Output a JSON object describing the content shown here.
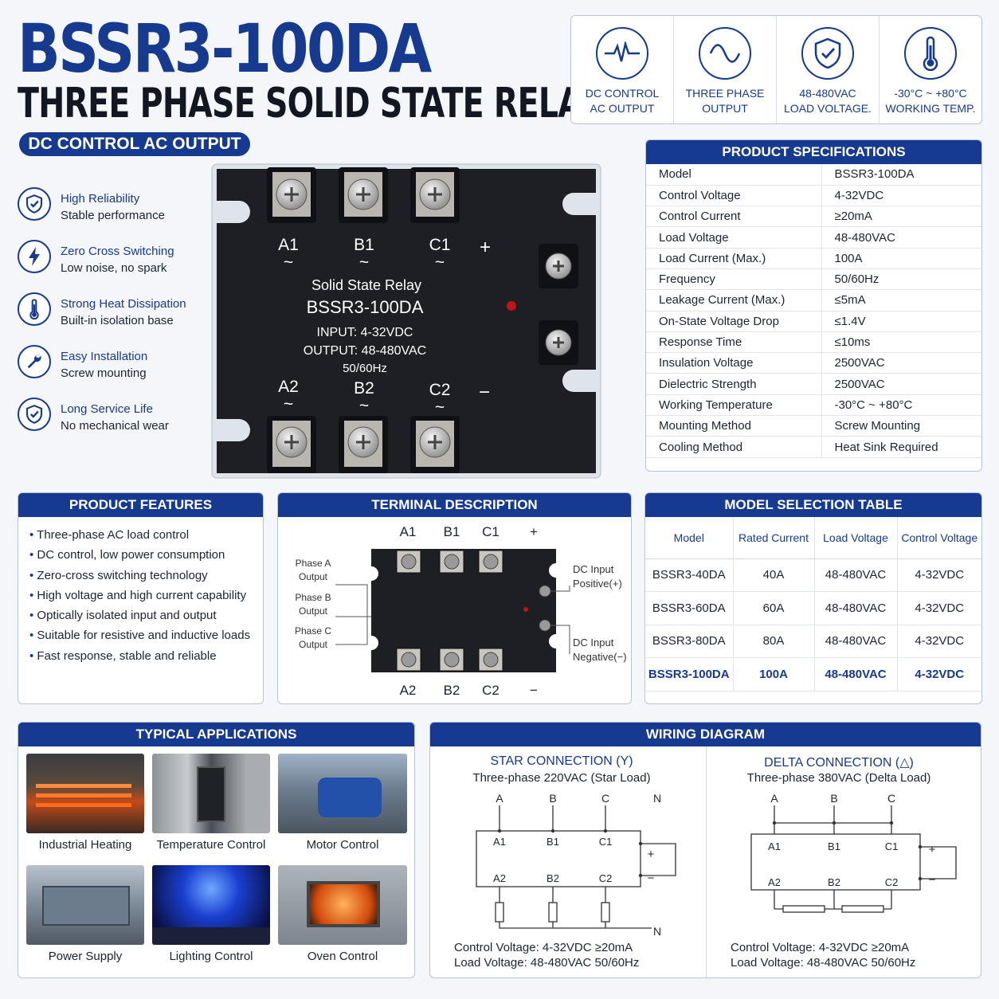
{
  "header": {
    "model": "BSSR3-100DA",
    "subtitle": "THREE PHASE SOLID STATE RELAY",
    "pill": "DC CONTROL AC OUTPUT"
  },
  "icon_bar": [
    {
      "icon": "pulse-icon",
      "label": "DC CONTROL\nAC OUTPUT"
    },
    {
      "icon": "sine-wave-icon",
      "label": "THREE PHASE\nOUTPUT"
    },
    {
      "icon": "shield-check-icon",
      "label": "48-480VAC\nLOAD VOLTAGE."
    },
    {
      "icon": "thermometer-icon",
      "label": "-30°C ~ +80°C\nWORKING TEMP."
    }
  ],
  "side_features": [
    {
      "icon": "shield-check-icon",
      "title": "High Reliability",
      "desc": "Stable performance"
    },
    {
      "icon": "lightning-icon",
      "title": "Zero Cross Switching",
      "desc": "Low noise, no spark"
    },
    {
      "icon": "thermometer-icon",
      "title": "Strong Heat Dissipation",
      "desc": "Built-in isolation base"
    },
    {
      "icon": "wrench-icon",
      "title": "Easy Installation",
      "desc": "Screw mounting"
    },
    {
      "icon": "shield-check-icon",
      "title": "Long Service Life",
      "desc": "No mechanical wear"
    }
  ],
  "relay": {
    "top_terminals": [
      "A1",
      "B1",
      "C1"
    ],
    "bottom_terminals": [
      "A2",
      "B2",
      "C2"
    ],
    "tilde": "~",
    "plus": "+",
    "minus": "−",
    "line1": "Solid State Relay",
    "line2": "BSSR3-100DA",
    "line3": "INPUT: 4-32VDC",
    "line4": "OUTPUT: 48-480VAC",
    "line5": "50/60Hz"
  },
  "specs": {
    "title": "PRODUCT SPECIFICATIONS",
    "rows": [
      [
        "Model",
        "BSSR3-100DA"
      ],
      [
        "Control Voltage",
        "4-32VDC"
      ],
      [
        "Control Current",
        "≥20mA"
      ],
      [
        "Load Voltage",
        "48-480VAC"
      ],
      [
        "Load Current (Max.)",
        "100A"
      ],
      [
        "Frequency",
        "50/60Hz"
      ],
      [
        "Leakage Current (Max.)",
        "≤5mA"
      ],
      [
        "On-State Voltage Drop",
        "≤1.4V"
      ],
      [
        "Response Time",
        "≤10ms"
      ],
      [
        "Insulation Voltage",
        "2500VAC"
      ],
      [
        "Dielectric Strength",
        "2500VAC"
      ],
      [
        "Working Temperature",
        "-30°C ~ +80°C"
      ],
      [
        "Mounting Method",
        "Screw Mounting"
      ],
      [
        "Cooling Method",
        "Heat Sink Required"
      ]
    ]
  },
  "product_features": {
    "title": "PRODUCT FEATURES",
    "items": [
      "Three-phase AC load control",
      "DC control, low power consumption",
      "Zero-cross switching technology",
      "High voltage and high current capability",
      "Optically isolated input and output",
      "Suitable for resistive and inductive loads",
      "Fast response, stable and reliable"
    ]
  },
  "terminal_description": {
    "title": "TERMINAL DESCRIPTION",
    "top": [
      "A1",
      "B1",
      "C1",
      "+"
    ],
    "bottom": [
      "A2",
      "B2",
      "C2",
      "−"
    ],
    "left": [
      {
        "l1": "Phase A",
        "l2": "Output"
      },
      {
        "l1": "Phase B",
        "l2": "Output"
      },
      {
        "l1": "Phase C",
        "l2": "Output"
      }
    ],
    "right": [
      {
        "l1": "DC Input",
        "l2": "Positive(+)"
      },
      {
        "l1": "DC Input",
        "l2": "Negative(−)"
      }
    ]
  },
  "model_selection": {
    "title": "MODEL SELECTION TABLE",
    "headers": [
      "Model",
      "Rated Current",
      "Load Voltage",
      "Control Voltage"
    ],
    "rows": [
      [
        "BSSR3-40DA",
        "40A",
        "48-480VAC",
        "4-32VDC"
      ],
      [
        "BSSR3-60DA",
        "60A",
        "48-480VAC",
        "4-32VDC"
      ],
      [
        "BSSR3-80DA",
        "80A",
        "48-480VAC",
        "4-32VDC"
      ],
      [
        "BSSR3-100DA",
        "100A",
        "48-480VAC",
        "4-32VDC"
      ]
    ]
  },
  "applications": {
    "title": "TYPICAL APPLICATIONS",
    "items": [
      {
        "label": "Industrial Heating",
        "image": "industrial-heating-photo"
      },
      {
        "label": "Temperature Control",
        "image": "temperature-control-photo"
      },
      {
        "label": "Motor Control",
        "image": "motor-control-photo"
      },
      {
        "label": "Power Supply",
        "image": "power-supply-photo"
      },
      {
        "label": "Lighting Control",
        "image": "lighting-control-photo"
      },
      {
        "label": "Oven Control",
        "image": "oven-control-photo"
      }
    ]
  },
  "wiring": {
    "title": "WIRING DIAGRAM",
    "star": {
      "title": "STAR CONNECTION (Y)",
      "subtitle": "Three-phase 220VAC (Star Load)",
      "phases": [
        "A",
        "B",
        "C",
        "N"
      ],
      "top": [
        "A1",
        "B1",
        "C1"
      ],
      "bottom": [
        "A2",
        "B2",
        "C2"
      ],
      "neutral": "N",
      "plus": "+",
      "minus": "−",
      "foot": "Control Voltage: 4-32VDC ≥20mA\nLoad Voltage: 48-480VAC 50/60Hz"
    },
    "delta": {
      "title": "DELTA CONNECTION (△)",
      "subtitle": "Three-phase 380VAC (Delta Load)",
      "phases": [
        "A",
        "B",
        "C"
      ],
      "top": [
        "A1",
        "B1",
        "C1"
      ],
      "bottom": [
        "A2",
        "B2",
        "C2"
      ],
      "plus": "+",
      "minus": "−",
      "foot": "Control Voltage: 4-32VDC ≥20mA\nLoad Voltage: 48-480VAC 50/60Hz"
    }
  },
  "colors": {
    "brand": "#163a8f",
    "relay_body": "#1d1f24",
    "led": "#c0161b"
  }
}
